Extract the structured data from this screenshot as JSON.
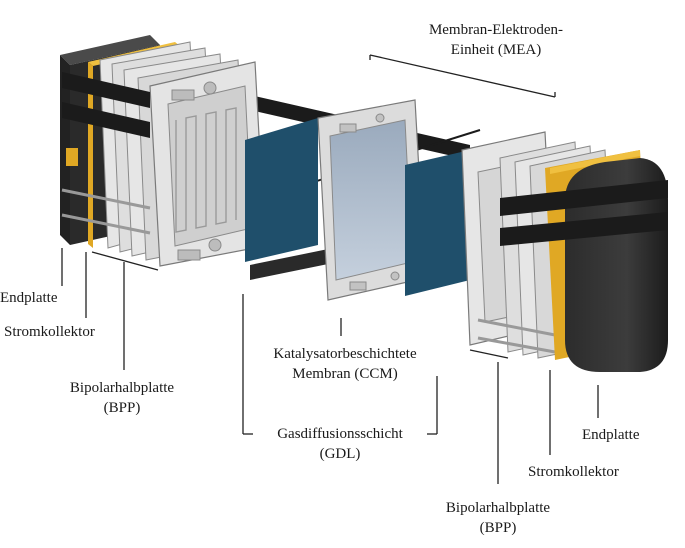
{
  "labels": {
    "mea_line1": "Membran-Elektroden-",
    "mea_line2": "Einheit (MEA)",
    "endplatte_left": "Endplatte",
    "stromkollektor_left": "Stromkollektor",
    "bpp_left_line1": "Bipolarhalbplatte",
    "bpp_left_line2": "(BPP)",
    "ccm_line1": "Katalysatorbeschichtete",
    "ccm_line2": "Membran (CCM)",
    "gdl_line1": "Gasdiffusionsschicht",
    "gdl_line2": "(GDL)",
    "endplatte_right": "Endplatte",
    "stromkollektor_right": "Stromkollektor",
    "bpp_right_line1": "Bipolarhalbplatte",
    "bpp_right_line2": "(BPP)"
  },
  "colors": {
    "endplate": "#2a2a2a",
    "current_collector": "#e0a824",
    "bipolar_plate": "#d4d4d4",
    "plate_outline": "#8a8a8a",
    "gdl": "#1f4f6b",
    "membrane": "#aab9cc",
    "strap": "#1b1b1b"
  }
}
